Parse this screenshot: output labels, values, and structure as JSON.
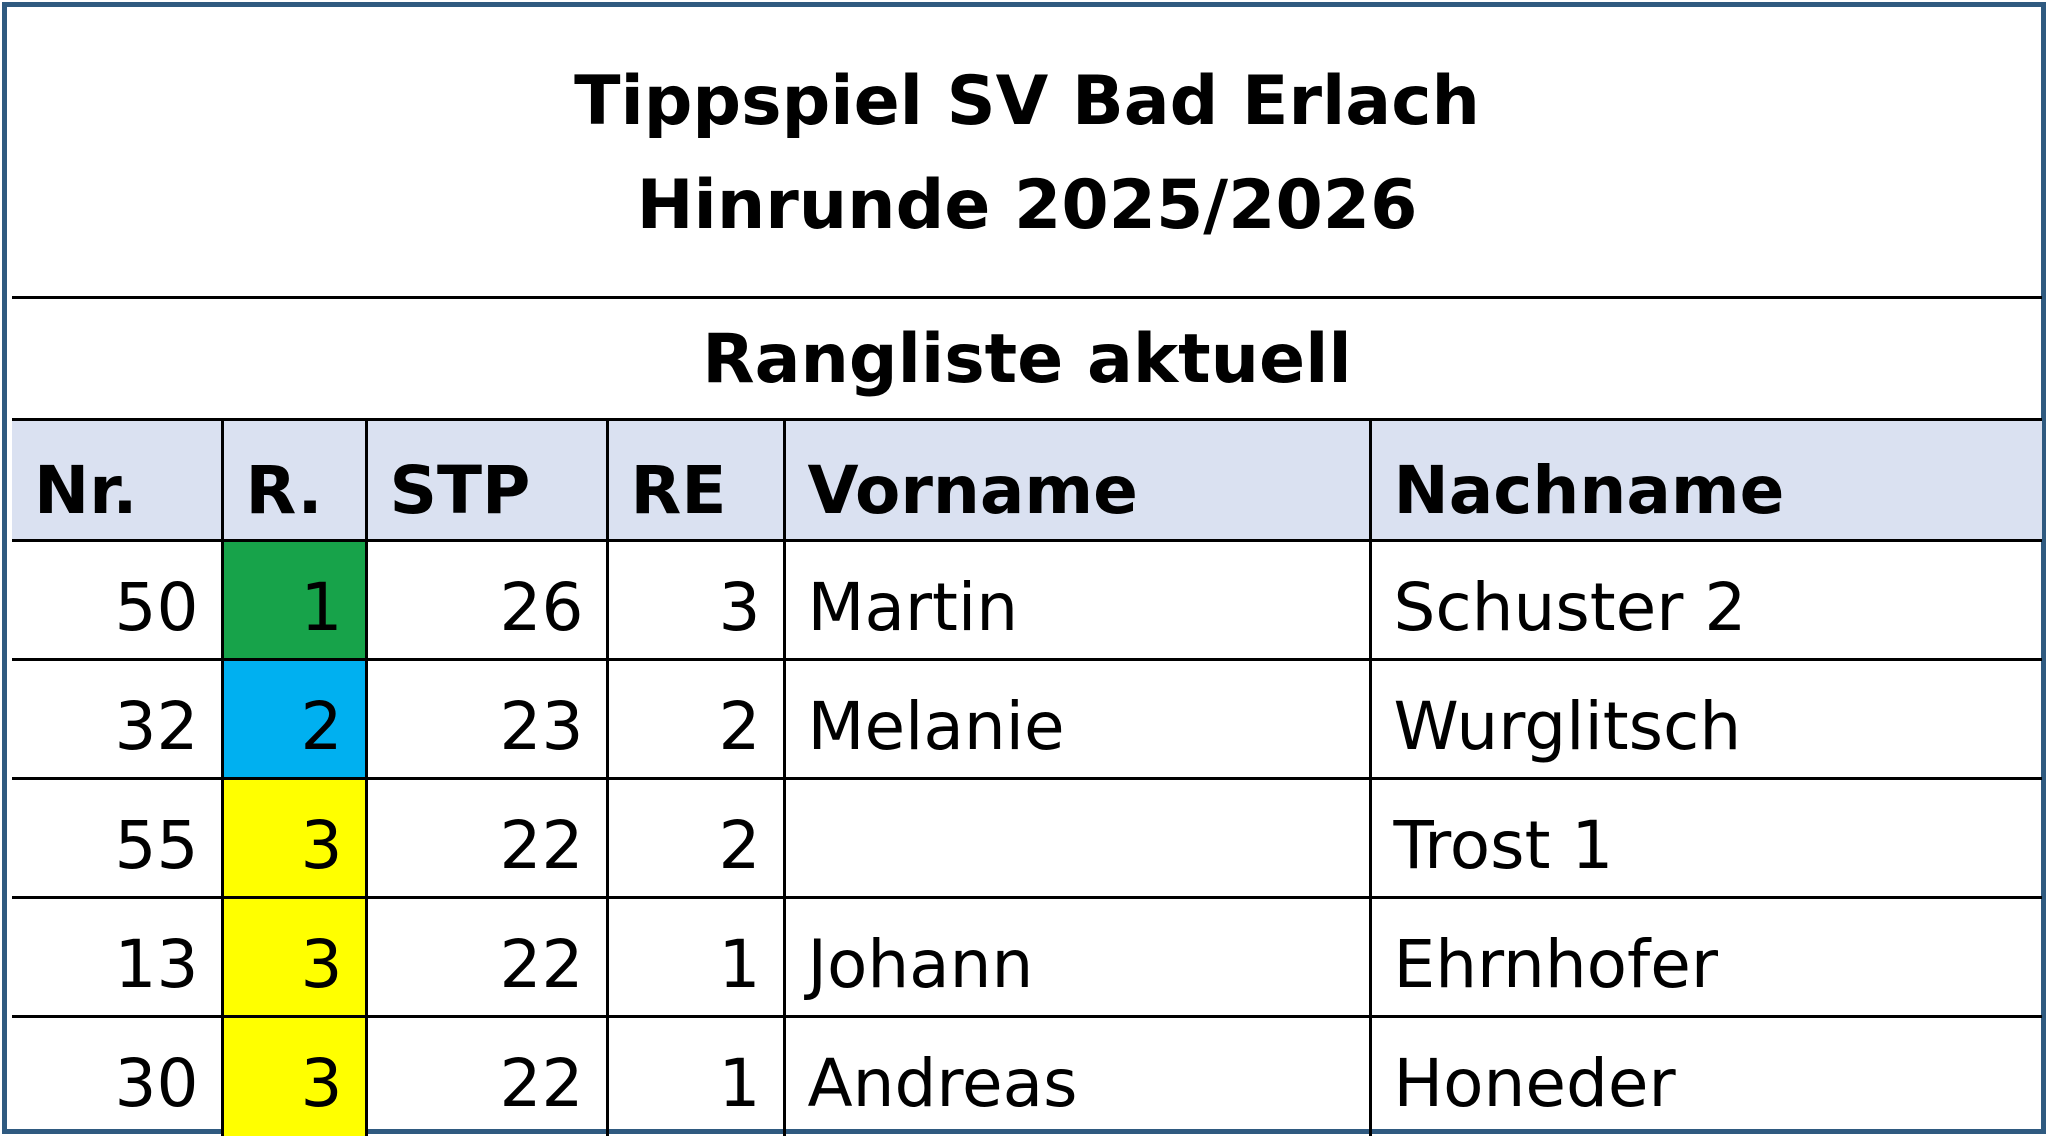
{
  "title": {
    "line1": "Tippspiel SV Bad Erlach",
    "line2": "Hinrunde 2025/2026"
  },
  "subtitle": "Rangliste aktuell",
  "colors": {
    "frame": "#2f5a80",
    "header_bg": "#dae1f1",
    "rank_1": "#17a34a",
    "rank_2": "#00b0f0",
    "rank_3": "#ffff00"
  },
  "table": {
    "headers": [
      "Nr.",
      "R.",
      "STP",
      "RE",
      "Vorname",
      "Nachname"
    ],
    "rows": [
      {
        "nr": "50",
        "rank": "1",
        "stp": "26",
        "re": "3",
        "vorname": "Martin",
        "nachname": "Schuster 2"
      },
      {
        "nr": "32",
        "rank": "2",
        "stp": "23",
        "re": "2",
        "vorname": "Melanie",
        "nachname": "Wurglitsch"
      },
      {
        "nr": "55",
        "rank": "3",
        "stp": "22",
        "re": "2",
        "vorname": "",
        "nachname": "Trost 1"
      },
      {
        "nr": "13",
        "rank": "3",
        "stp": "22",
        "re": "1",
        "vorname": "Johann",
        "nachname": "Ehrnhofer"
      },
      {
        "nr": "30",
        "rank": "3",
        "stp": "22",
        "re": "1",
        "vorname": "Andreas",
        "nachname": "Honeder"
      }
    ]
  }
}
